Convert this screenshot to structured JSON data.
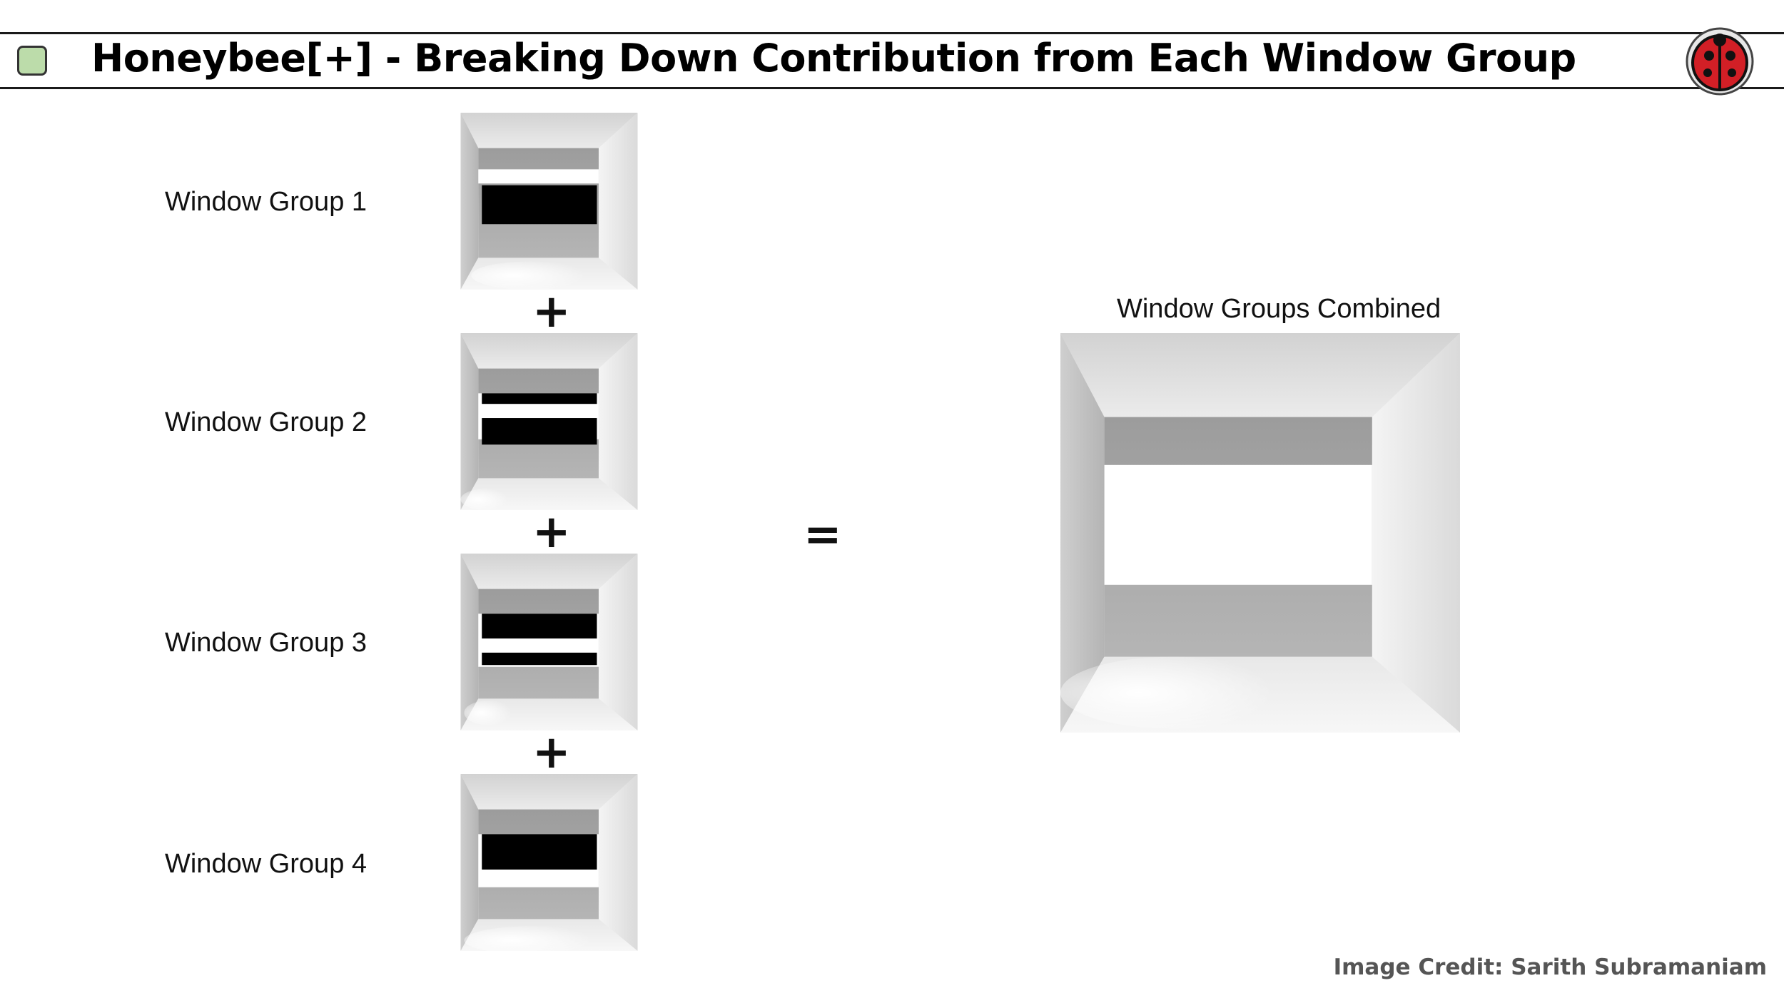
{
  "header": {
    "title": "Honeybee[+] - Breaking Down Contribution from Each Window Group",
    "logo_icon": "ladybug-logo-icon",
    "bullet_color": "#bcdcaa"
  },
  "groups": [
    {
      "label": "Window Group 1"
    },
    {
      "label": "Window Group 2"
    },
    {
      "label": "Window Group 3"
    },
    {
      "label": "Window Group 4"
    }
  ],
  "operators": {
    "plus": "+",
    "equals": "="
  },
  "combined": {
    "label": "Window Groups Combined"
  },
  "credit": "Image Credit: Sarith Subramaniam"
}
